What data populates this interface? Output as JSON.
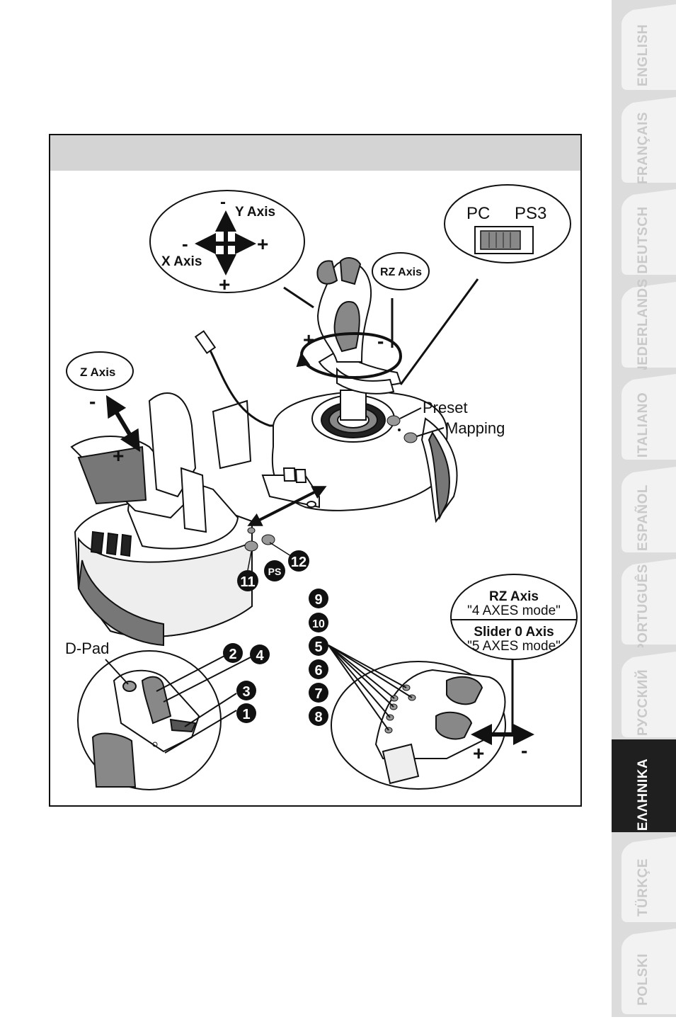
{
  "languages": [
    {
      "label": "ENGLISH",
      "active": false
    },
    {
      "label": "FRANÇAIS",
      "active": false
    },
    {
      "label": "DEUTSCH",
      "active": false
    },
    {
      "label": "NEDERLANDS",
      "active": false
    },
    {
      "label": "ITALIANO",
      "active": false
    },
    {
      "label": "ESPAÑOL",
      "active": false
    },
    {
      "label": "PORTUGUÊS",
      "active": false
    },
    {
      "label": "РУССКИЙ",
      "active": false
    },
    {
      "label": "ΕΛΛΗΝΙΚΑ",
      "active": true
    },
    {
      "label": "TÜRKÇE",
      "active": false
    },
    {
      "label": "POLSKI",
      "active": false
    }
  ],
  "diagram": {
    "y_axis": "Y Axis",
    "x_axis": "X Axis",
    "z_axis": "Z Axis",
    "rz_axis": "RZ Axis",
    "switch_pc": "PC",
    "switch_ps3": "PS3",
    "preset": "Preset",
    "mapping": "Mapping",
    "d_pad": "D-Pad",
    "rz_callout_title": "RZ Axis",
    "rz_callout_mode": "\"4 AXES mode\"",
    "slider_callout_title": "Slider 0 Axis",
    "slider_callout_mode": "\"5 AXES mode\"",
    "plus": "+",
    "minus": "-",
    "ps_button": "PS",
    "numbered_buttons": [
      "1",
      "2",
      "3",
      "4",
      "5",
      "6",
      "7",
      "8",
      "9",
      "10",
      "11",
      "12"
    ]
  }
}
